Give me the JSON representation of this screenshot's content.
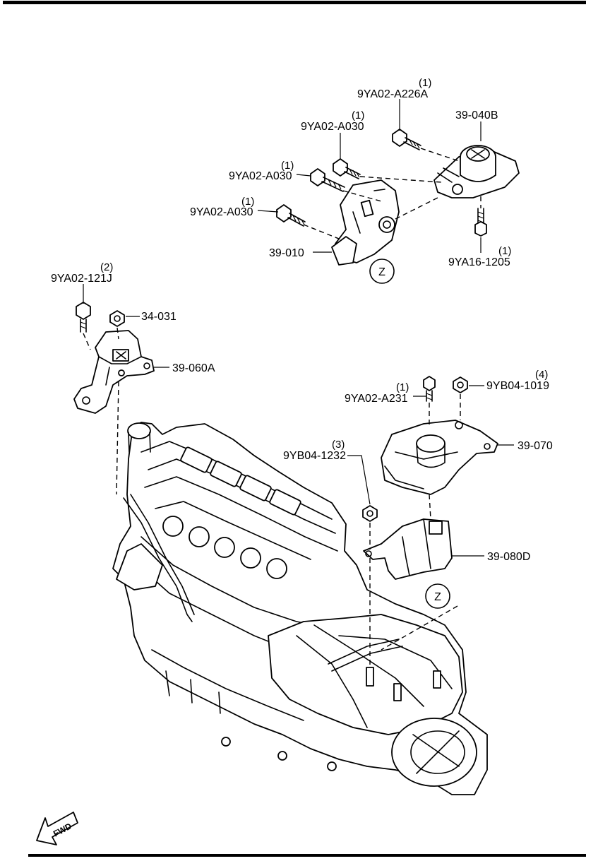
{
  "callouts": [
    {
      "id": "bolt-a226a",
      "part": "9YA02-A226A",
      "qty": "(1)"
    },
    {
      "id": "bolt-a030-1",
      "part": "9YA02-A030",
      "qty": "(1)"
    },
    {
      "id": "bolt-a030-2",
      "part": "9YA02-A030",
      "qty": "(1)"
    },
    {
      "id": "bolt-a030-3",
      "part": "9YA02-A030",
      "qty": "(1)"
    },
    {
      "id": "mount-040b",
      "part": "39-040B",
      "qty": ""
    },
    {
      "id": "bracket-010",
      "part": "39-010",
      "qty": ""
    },
    {
      "id": "bolt-1205",
      "part": "9YA16-1205",
      "qty": "(1)"
    },
    {
      "id": "bolt-121j",
      "part": "9YA02-121J",
      "qty": "(2)"
    },
    {
      "id": "nut-031",
      "part": "34-031",
      "qty": ""
    },
    {
      "id": "mount-060a",
      "part": "39-060A",
      "qty": ""
    },
    {
      "id": "bolt-a231",
      "part": "9YA02-A231",
      "qty": "(1)"
    },
    {
      "id": "nut-1019",
      "part": "9YB04-1019",
      "qty": "(4)"
    },
    {
      "id": "mount-070",
      "part": "39-070",
      "qty": ""
    },
    {
      "id": "nut-1232",
      "part": "9YB04-1232",
      "qty": "(3)"
    },
    {
      "id": "bracket-080d",
      "part": "39-080D",
      "qty": ""
    }
  ],
  "markers": {
    "detail_ref": "Z"
  },
  "direction": {
    "label": "FWD"
  }
}
